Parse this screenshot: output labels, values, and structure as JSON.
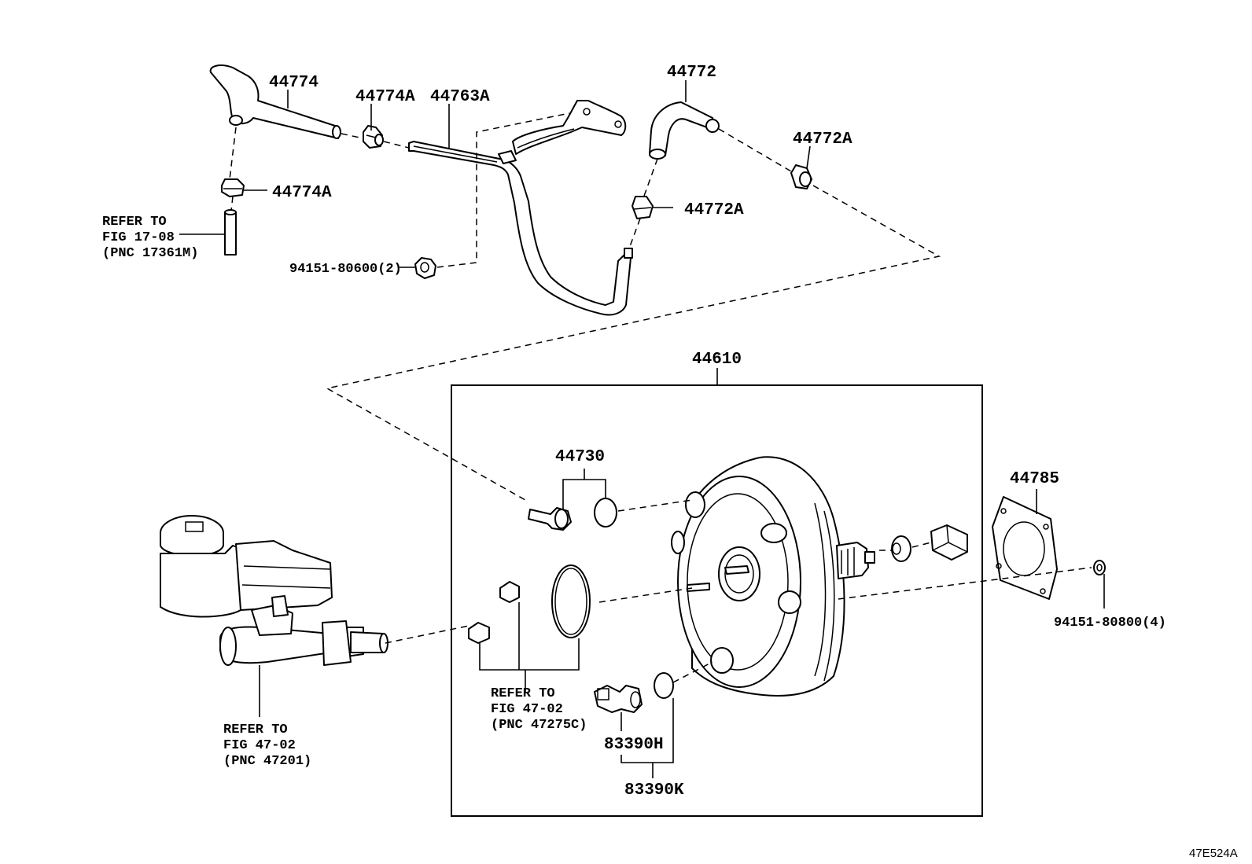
{
  "labels": {
    "p44774": "44774",
    "p44774A_top": "44774A",
    "p44763A": "44763A",
    "p44772": "44772",
    "p44772A_right": "44772A",
    "p44774A_left": "44774A",
    "p44772A_mid": "44772A",
    "p94151_80600": "94151-80600(2)",
    "p44610": "44610",
    "p44730": "44730",
    "p44785": "44785",
    "p94151_80800": "94151-80800(4)",
    "p83390H": "83390H",
    "p83390K": "83390K"
  },
  "references": {
    "ref_17_08": [
      "REFER TO",
      "FIG 17-08",
      "(PNC 17361M)"
    ],
    "ref_47_02_master": [
      "REFER TO",
      "FIG 47-02",
      "(PNC 47201)"
    ],
    "ref_47_02_seal": [
      "REFER TO",
      "FIG 47-02",
      "(PNC 47275C)"
    ]
  },
  "diagram_code": "47E524A"
}
